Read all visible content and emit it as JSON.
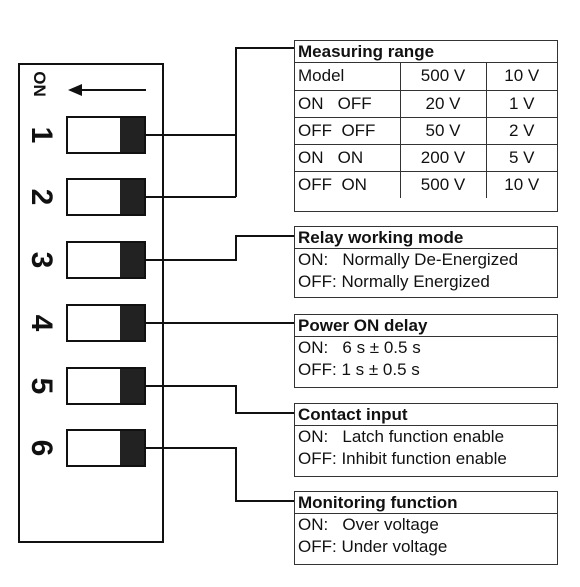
{
  "dip_switch": {
    "on_label": "ON",
    "switch_numbers": [
      "1",
      "2",
      "3",
      "4",
      "5",
      "6"
    ]
  },
  "measuring_range": {
    "title": "Measuring range",
    "header": [
      "Model",
      "500 V",
      "10 V"
    ],
    "rows": [
      [
        "ON   OFF",
        "20 V",
        "1 V"
      ],
      [
        "OFF  OFF",
        "50 V",
        "2 V"
      ],
      [
        "ON   ON",
        "200 V",
        "5 V"
      ],
      [
        "OFF  ON",
        "500 V",
        "10 V"
      ]
    ]
  },
  "relay_working_mode": {
    "title": "Relay working mode",
    "on": "ON:   Normally De-Energized",
    "off": "OFF: Normally Energized"
  },
  "power_on_delay": {
    "title": "Power ON delay",
    "on": "ON:   6 s ± 0.5 s",
    "off": "OFF: 1 s ± 0.5 s"
  },
  "contact_input": {
    "title": "Contact input",
    "on": "ON:   Latch function enable",
    "off": "OFF: Inhibit function enable"
  },
  "monitoring_function": {
    "title": "Monitoring function",
    "on": "ON:   Over voltage",
    "off": "OFF: Under voltage"
  },
  "colors": {
    "line": "#111111",
    "knob": "#222222"
  }
}
